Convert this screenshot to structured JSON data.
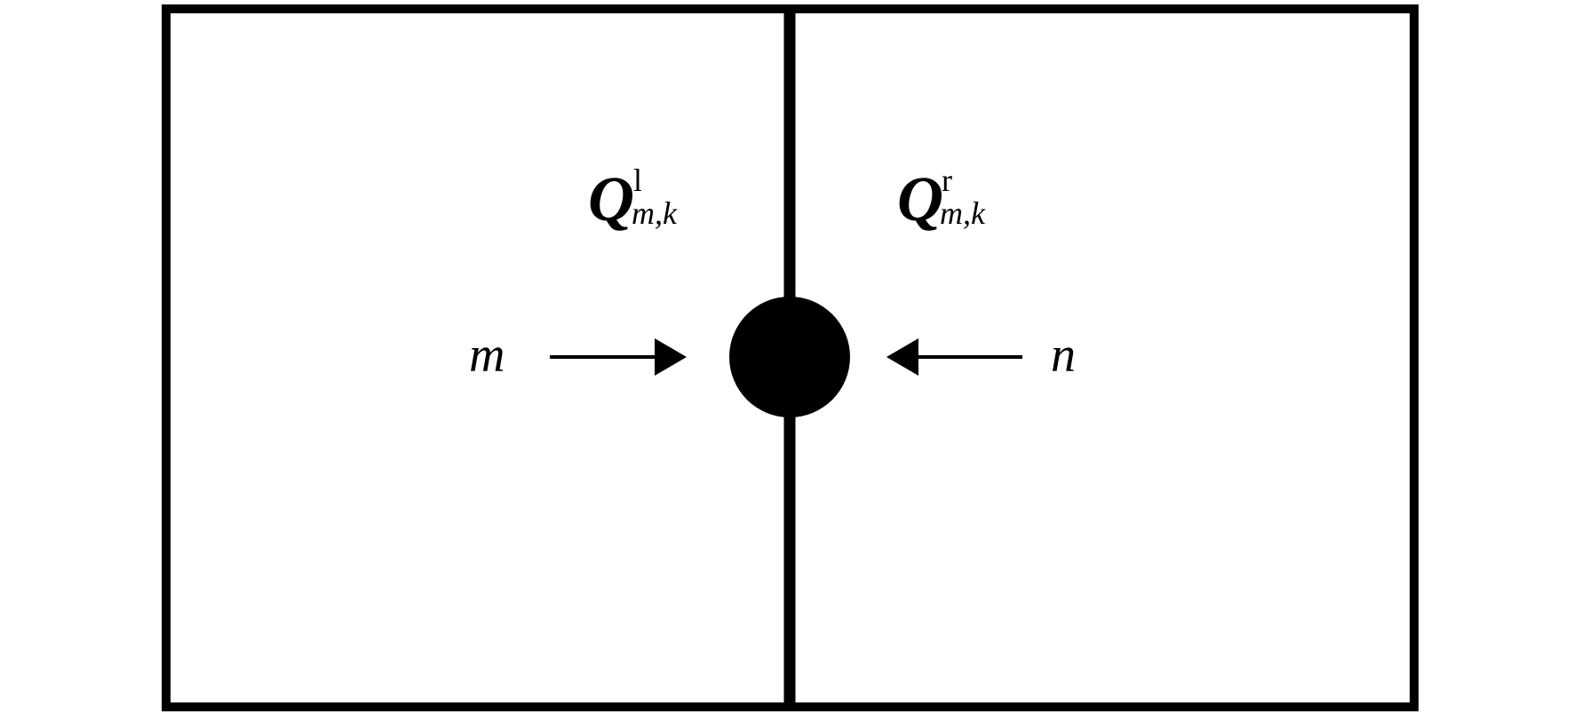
{
  "diagram": {
    "colors": {
      "line": "#000000",
      "background": "#ffffff",
      "node": "#000000"
    },
    "labels": {
      "left_flow": {
        "base": "Q",
        "superscript": "l",
        "subscript": "m,k"
      },
      "right_flow": {
        "base": "Q",
        "superscript": "r",
        "subscript": "m,k"
      },
      "left_node": "m",
      "right_node": "n"
    }
  }
}
